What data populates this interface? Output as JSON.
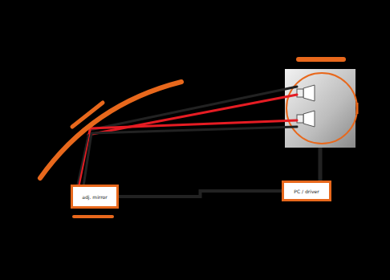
{
  "diagram": {
    "nodes": [
      {
        "text": [
          "adj. mirror"
        ]
      },
      {
        "text": [
          "PC / driver"
        ]
      }
    ],
    "edges": [
      {
        "from": 0,
        "to": 1,
        "arrow": "none"
      }
    ]
  }
}
